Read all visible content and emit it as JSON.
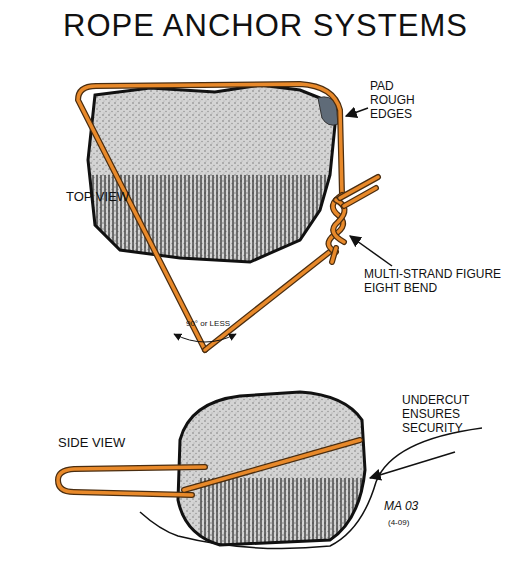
{
  "diagram": {
    "title": "ROPE ANCHOR SYSTEMS",
    "labels": [
      "PAD ROUGH EDGES",
      "MULTI-STRAND FIGURE EIGHT BEND",
      "TOP VIEW",
      "90° or LESS",
      "SIDE VIEW",
      "UNDERCUT ENSURES SECURITY",
      "MA 03",
      "(4-09)"
    ]
  }
}
